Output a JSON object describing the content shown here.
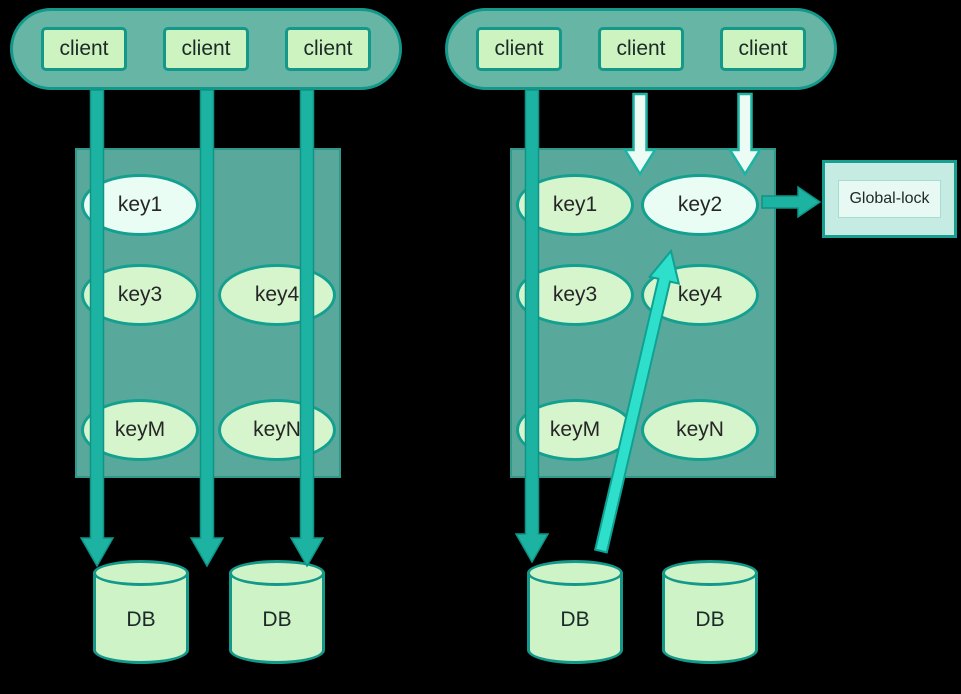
{
  "left": {
    "clients": [
      "client",
      "client",
      "client"
    ],
    "keys": [
      "key1",
      "key3",
      "key4",
      "keyM",
      "keyN"
    ],
    "dbs": [
      "DB",
      "DB"
    ]
  },
  "right": {
    "clients": [
      "client",
      "client",
      "client"
    ],
    "keys": [
      "key1",
      "key2",
      "key3",
      "key4",
      "keyM",
      "keyN"
    ],
    "dbs": [
      "DB",
      "DB"
    ],
    "global_lock": "Global-lock"
  },
  "colors": {
    "background": "#000000",
    "pill_fill": "#67b5a5",
    "pill_border": "#13988a",
    "panel_fill": "#58a99b",
    "node_fill": "#d6f5cd",
    "node_highlight": "#eafdf4",
    "node_border": "#13a090",
    "client_fill": "#cdf3c0",
    "db_fill": "#cdf3c6",
    "arrow_teal": "#1db3a3",
    "arrow_pale": "#ecfcf4",
    "arrow_cyan": "#2ee0cc",
    "lock_fill": "#c5ebe2",
    "text": "#1c2a27"
  }
}
